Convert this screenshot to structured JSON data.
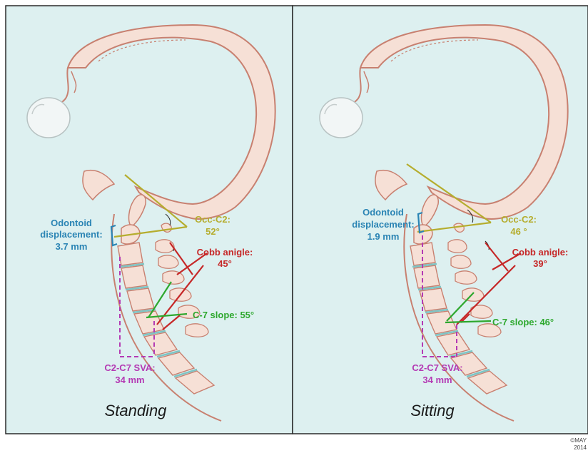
{
  "colors": {
    "background": "#ddf0f0",
    "border": "#2a2a2a",
    "bone_fill": "#f6e0d6",
    "bone_stroke": "#c88070",
    "occ_c2": "#b5ad2e",
    "cobb": "#c62828",
    "c7_slope": "#2ea82e",
    "sva": "#b43ab4",
    "odontoid": "#2a84b4"
  },
  "panels": [
    {
      "caption": "Standing",
      "odontoid": {
        "line1": "Odontoid",
        "line2": "displacement:",
        "value": "3.7 mm"
      },
      "occ_c2": {
        "label": "Occ-C2:",
        "value": "52°"
      },
      "cobb": {
        "label": "Cobb anigle:",
        "value": "45°"
      },
      "c7_slope": {
        "label": "C-7 slope: 55°"
      },
      "sva": {
        "label": "C2-C7 SVA:",
        "value": "34 mm"
      }
    },
    {
      "caption": "Sitting",
      "odontoid": {
        "line1": "Odontoid",
        "line2": "displacement:",
        "value": "1.9 mm"
      },
      "occ_c2": {
        "label": "Occ-C2:",
        "value": "46 °"
      },
      "cobb": {
        "label": "Cobb anigle:",
        "value": "39°"
      },
      "c7_slope": {
        "label": "C-7 slope: 46°"
      },
      "sva": {
        "label": "C2-C7 SVA:",
        "value": "34 mm"
      }
    }
  ],
  "copyright": {
    "line1": "©MAY",
    "line2": "2014"
  }
}
